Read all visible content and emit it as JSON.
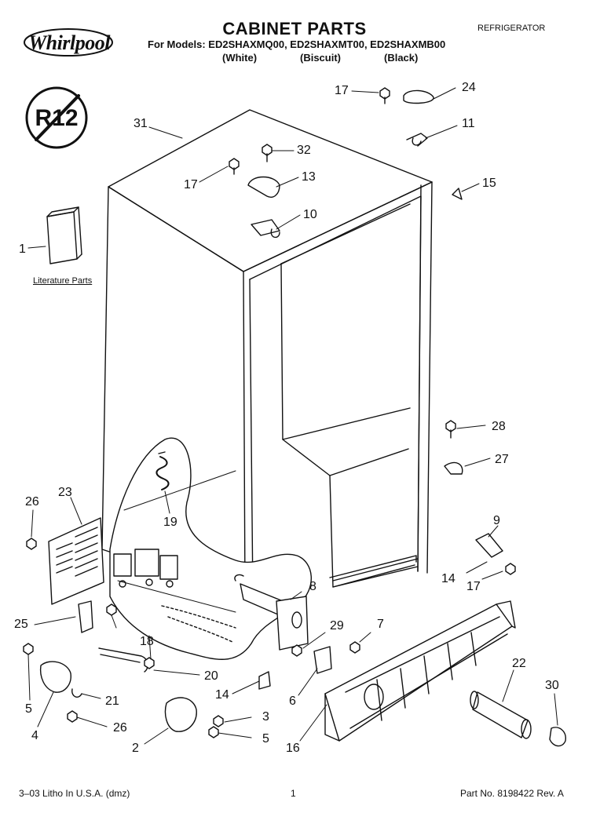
{
  "header": {
    "brand": "Whirlpool",
    "title": "CABINET PARTS",
    "category": "REFRIGERATOR",
    "models": "For Models: ED2SHAXMQ00, ED2SHAXMT00, ED2SHAXMB00",
    "colors": [
      "(White)",
      "(Biscuit)",
      "(Black)"
    ],
    "badge": "R12"
  },
  "literature_label": "Literature Parts",
  "callouts": [
    "1",
    "2",
    "3",
    "4",
    "5",
    "5",
    "6",
    "7",
    "8",
    "9",
    "10",
    "11",
    "13",
    "14",
    "14",
    "15",
    "16",
    "17",
    "17",
    "17",
    "18",
    "19",
    "20",
    "21",
    "22",
    "23",
    "24",
    "25",
    "26",
    "26",
    "27",
    "28",
    "29",
    "30",
    "31",
    "32"
  ],
  "footer": {
    "left": "3–03 Litho In U.S.A. (dmz)",
    "center": "1",
    "right": "Part No. 8198422 Rev. A"
  }
}
